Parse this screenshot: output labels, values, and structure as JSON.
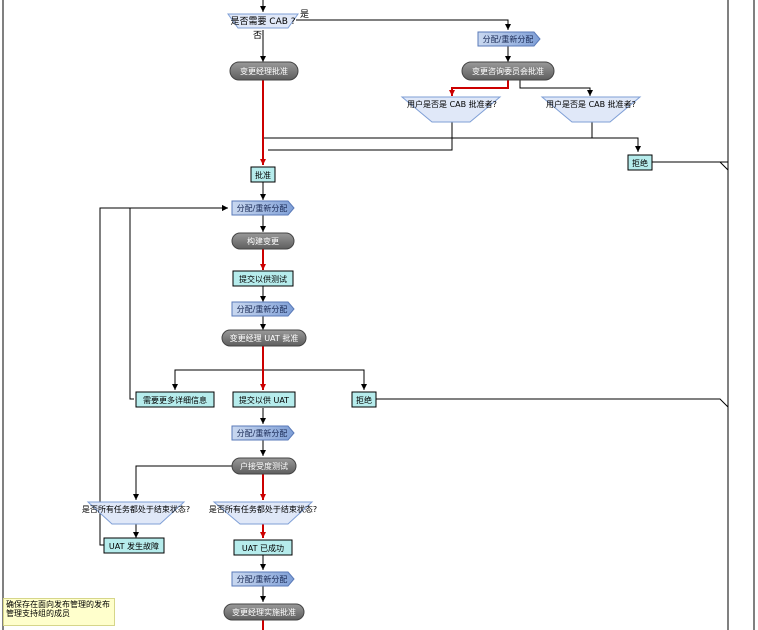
{
  "decision_cab_needed": "是否需要 CAB ?",
  "yes_label": "是",
  "no_label": "否",
  "assign_reassign": "分配/重新分配",
  "change_manager_approval": "变更经理批准",
  "change_advisory_approval": "变更咨询委员会批准",
  "is_user_cab_approver": "用户是否是 CAB 批准者?",
  "approve": "批准",
  "reject": "拒绝",
  "build_change": "构建变更",
  "submit_for_testing": "提交以供测试",
  "change_manager_uat_approval": "变更经理 UAT 批准",
  "need_more_info": "需要更多详细信息",
  "submit_for_uat": "提交以供 UAT",
  "customer_acceptance_test": "户接受度测试",
  "all_tasks_closed": "是否所有任务都处于结束状态?",
  "uat_failed": "UAT 发生故障",
  "uat_succeeded": "UAT 已成功",
  "change_manager_impl_approval": "变更经理实施批准",
  "note_text": "确保存在面向发布管理的发布管理支持组的成员"
}
